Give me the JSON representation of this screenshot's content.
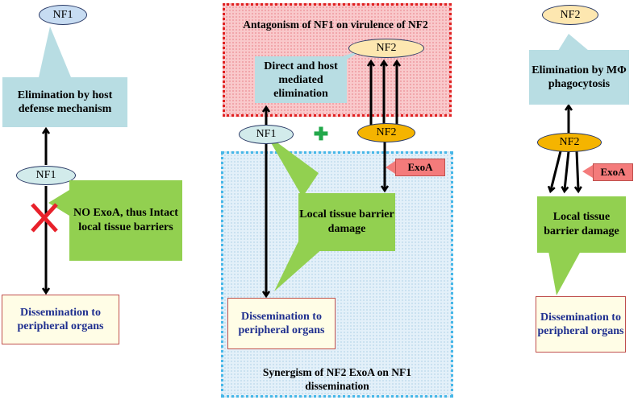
{
  "left": {
    "nf1_top": "NF1",
    "elimination": "Elimination by host defense mechanism",
    "nf1_mid": "NF1",
    "no_exoa": "NO ExoA, thus Intact local tissue barriers",
    "dissemination": "Dissemination to peripheral organs"
  },
  "middle": {
    "antagonism_title": "Antagonism of NF1 on virulence of NF2",
    "nf2_top": "NF2",
    "direct_elimination": "Direct and host mediated elimination",
    "nf1": "NF1",
    "plus": "✚",
    "nf2": "NF2",
    "exoa": "ExoA",
    "damage": "Local tissue barrier damage",
    "dissemination": "Dissemination to peripheral organs",
    "synergism_title": "Synergism of NF2 ExoA on NF1 dissemination"
  },
  "right": {
    "nf2_top": "NF2",
    "elimination": "Elimination by MΦ phagocytosis",
    "nf2_mid": "NF2",
    "exoa": "ExoA",
    "damage": "Local tissue barrier damage",
    "dissemination": "Dissemination to peripheral organs"
  },
  "colors": {
    "arrow": "#000000",
    "cross": "#e8212b",
    "plus": "#22a84a"
  }
}
